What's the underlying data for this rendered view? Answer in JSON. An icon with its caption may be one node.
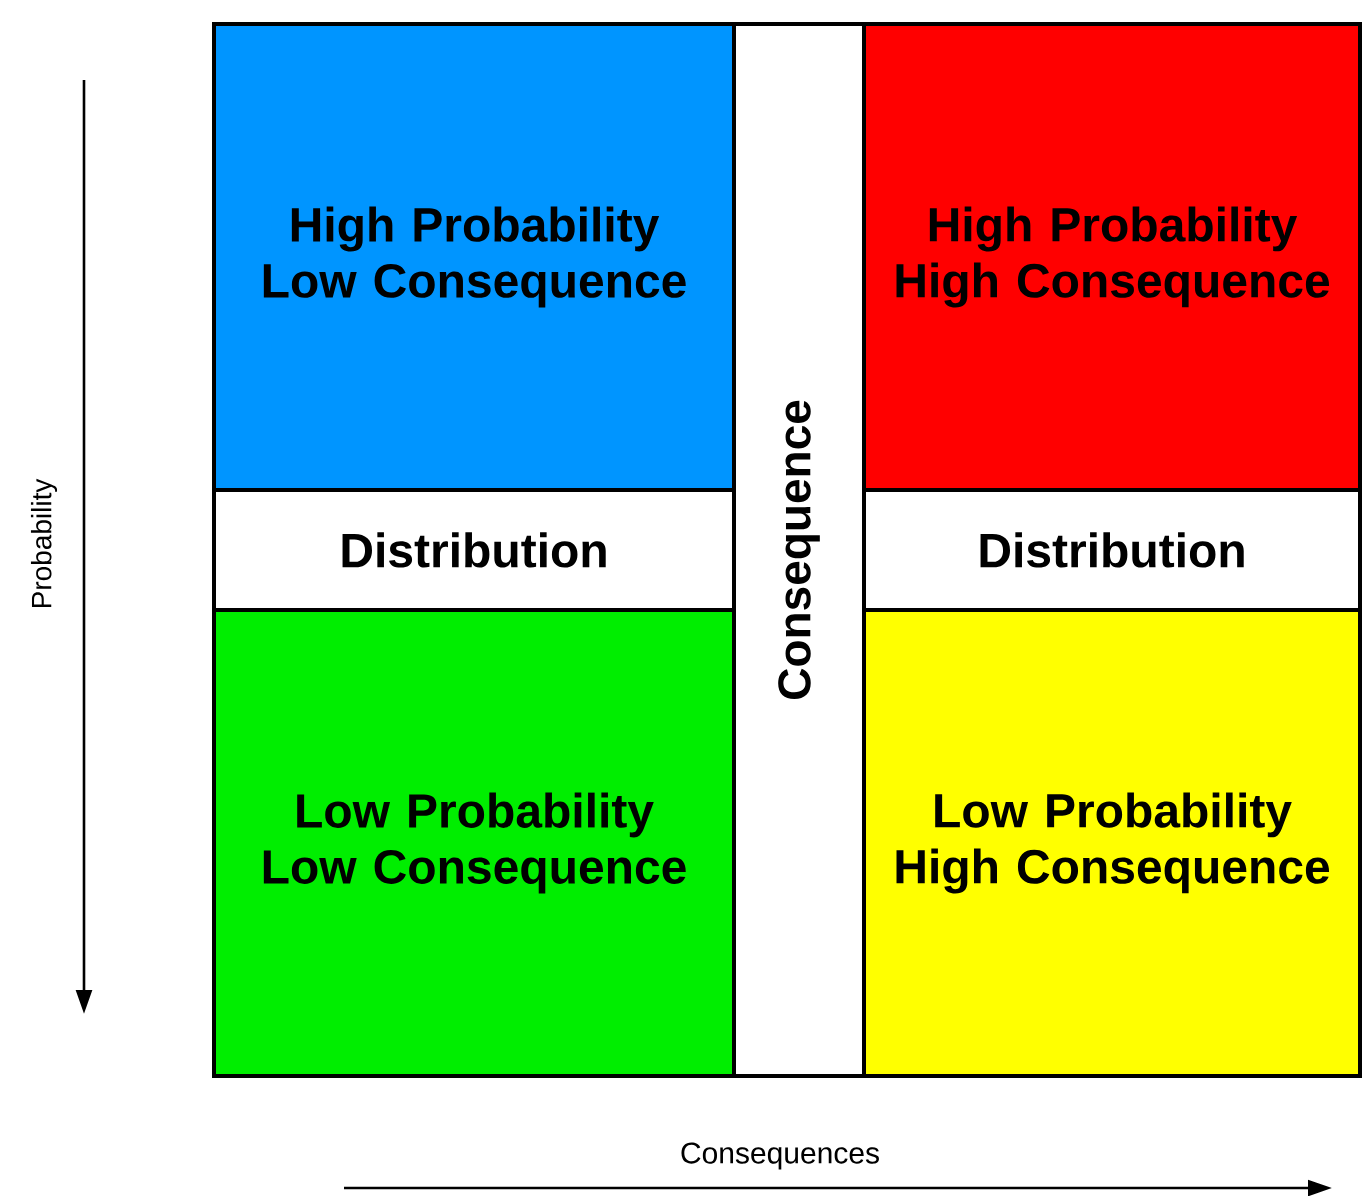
{
  "diagram": {
    "nodes": [
      {
        "text": [
          "High Probability Low Consequence"
        ]
      },
      {
        "text": [
          "Distribution"
        ]
      },
      {
        "text": [
          "Low Probability Low Consequence"
        ]
      },
      {
        "text": [
          "Consequence"
        ]
      },
      {
        "text": [
          "High Probability High Consequence"
        ]
      },
      {
        "text": [
          "Distribution"
        ]
      },
      {
        "text": [
          "Low Probability High Consequence"
        ]
      }
    ],
    "labels": [
      "Probability",
      "Consequences"
    ]
  }
}
